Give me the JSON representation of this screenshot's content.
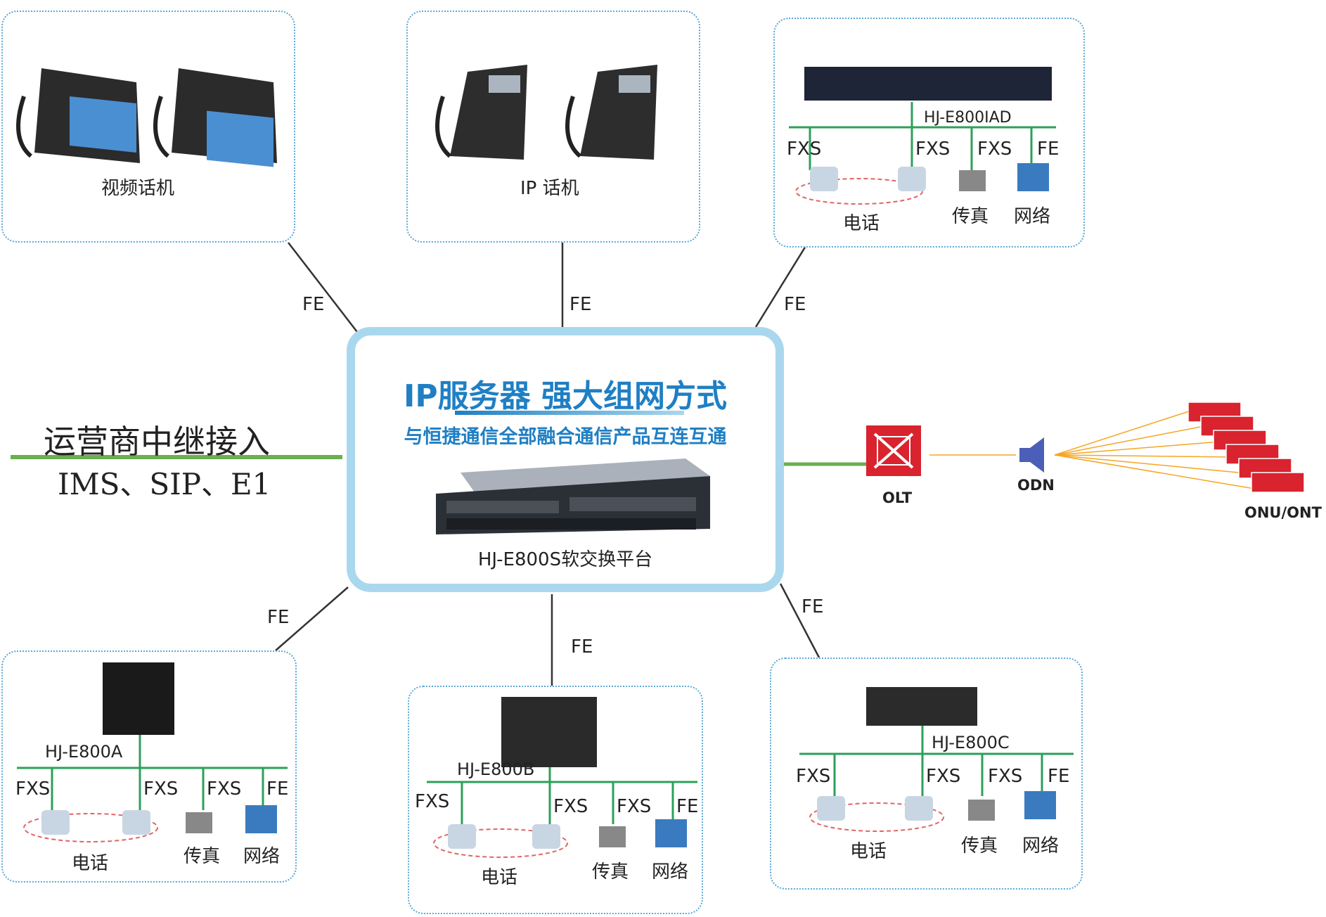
{
  "center": {
    "title": "IP服务器 强大组网方式",
    "subtitle": "与恒捷通信全部融合通信产品互连互通",
    "server_label": "HJ-E800S软交换平台"
  },
  "trunk": {
    "line1": "运营商中继接入",
    "line2": "IMS、SIP、E1"
  },
  "fe_label": "FE",
  "video_phones": {
    "label": "视频话机"
  },
  "ip_phones": {
    "label": "IP 话机"
  },
  "iad": {
    "model": "HJ-E800IAD",
    "ports": [
      "FXS",
      "FXS",
      "FXS",
      "FE"
    ],
    "phone": "电话",
    "fax": "传真",
    "net": "网络"
  },
  "e800a": {
    "model": "HJ-E800A",
    "ports": [
      "FXS",
      "FXS",
      "FXS",
      "FE"
    ],
    "phone": "电话",
    "fax": "传真",
    "net": "网络"
  },
  "e800b": {
    "model": "HJ-E800B",
    "ports": [
      "FXS",
      "FXS",
      "FXS",
      "FE"
    ],
    "phone": "电话",
    "fax": "传真",
    "net": "网络"
  },
  "e800c": {
    "model": "HJ-E800C",
    "ports": [
      "FXS",
      "FXS",
      "FXS",
      "FE"
    ],
    "phone": "电话",
    "fax": "传真",
    "net": "网络"
  },
  "pon": {
    "olt": "OLT",
    "odn": "ODN",
    "onu": "ONU/ONT"
  },
  "colors": {
    "accent": "#1f7fc4",
    "green_line": "#6ab04c",
    "fiber": "#f5a623",
    "olt": "#d9232e"
  }
}
